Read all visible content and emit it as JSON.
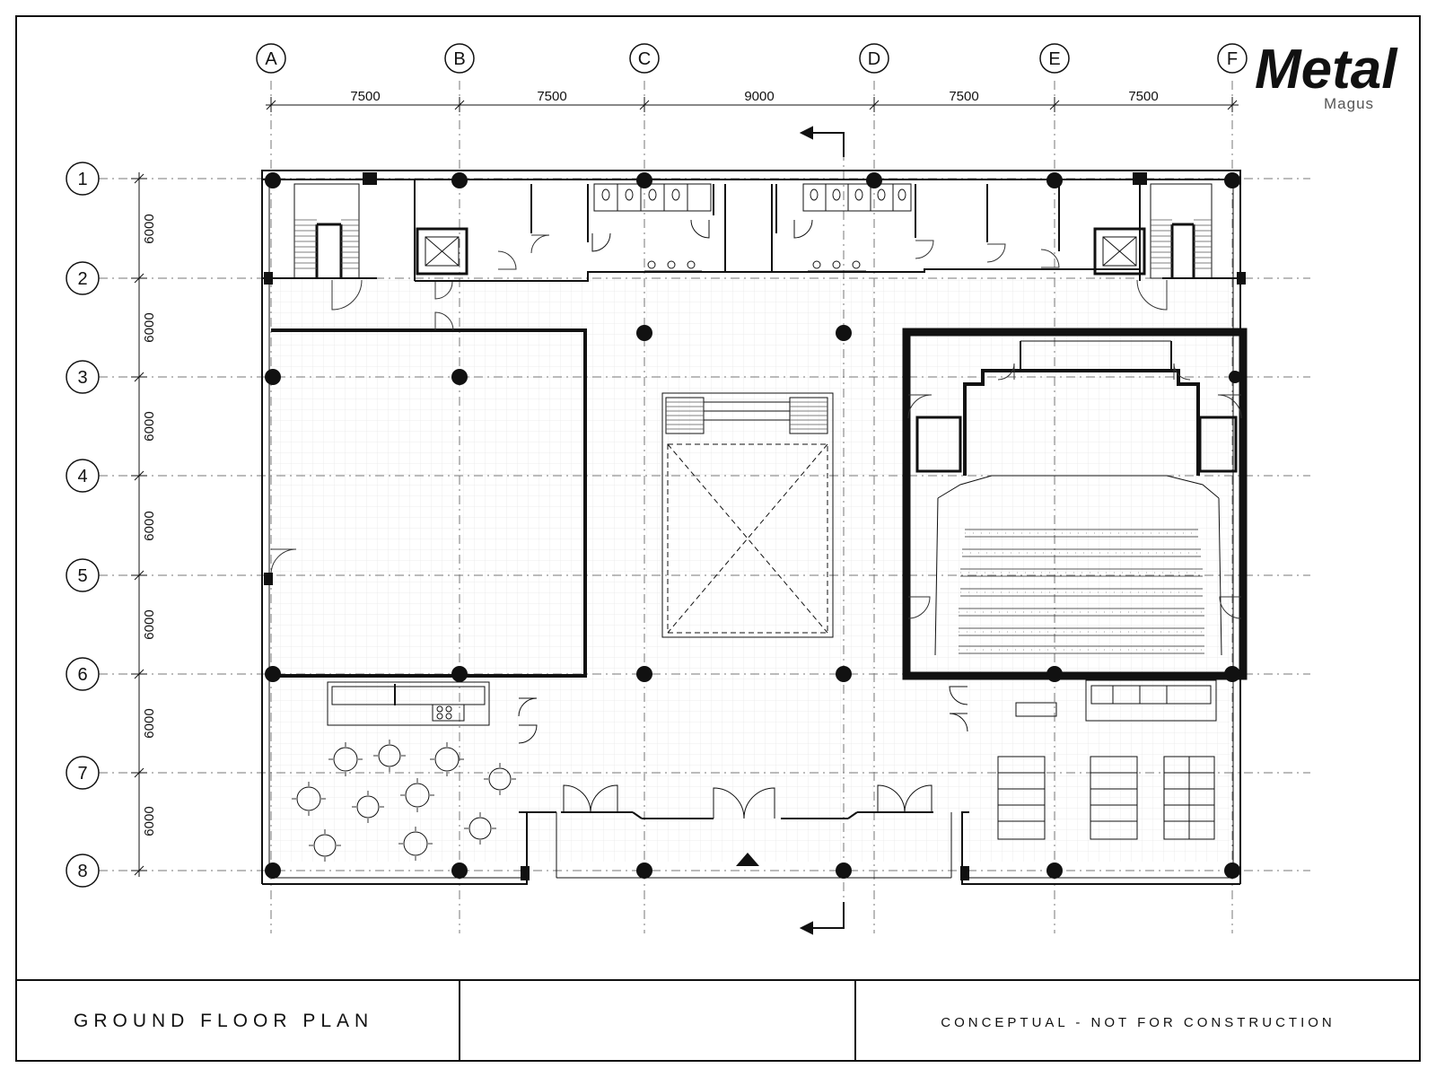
{
  "grid": {
    "columns": [
      "A",
      "B",
      "C",
      "D",
      "E",
      "F"
    ],
    "rows": [
      "1",
      "2",
      "3",
      "4",
      "5",
      "6",
      "7",
      "8"
    ],
    "column_spacings": [
      "7500",
      "7500",
      "9000",
      "7500",
      "7500"
    ],
    "row_spacings": [
      "6000",
      "6000",
      "6000",
      "6000",
      "6000",
      "6000",
      "6000"
    ]
  },
  "logo": {
    "main": "Metal",
    "sub": "Magus"
  },
  "title_block": {
    "drawing_title": "GROUND FLOOR PLAN",
    "center_cell": "",
    "note": "CONCEPTUAL - NOT FOR CONSTRUCTION"
  }
}
